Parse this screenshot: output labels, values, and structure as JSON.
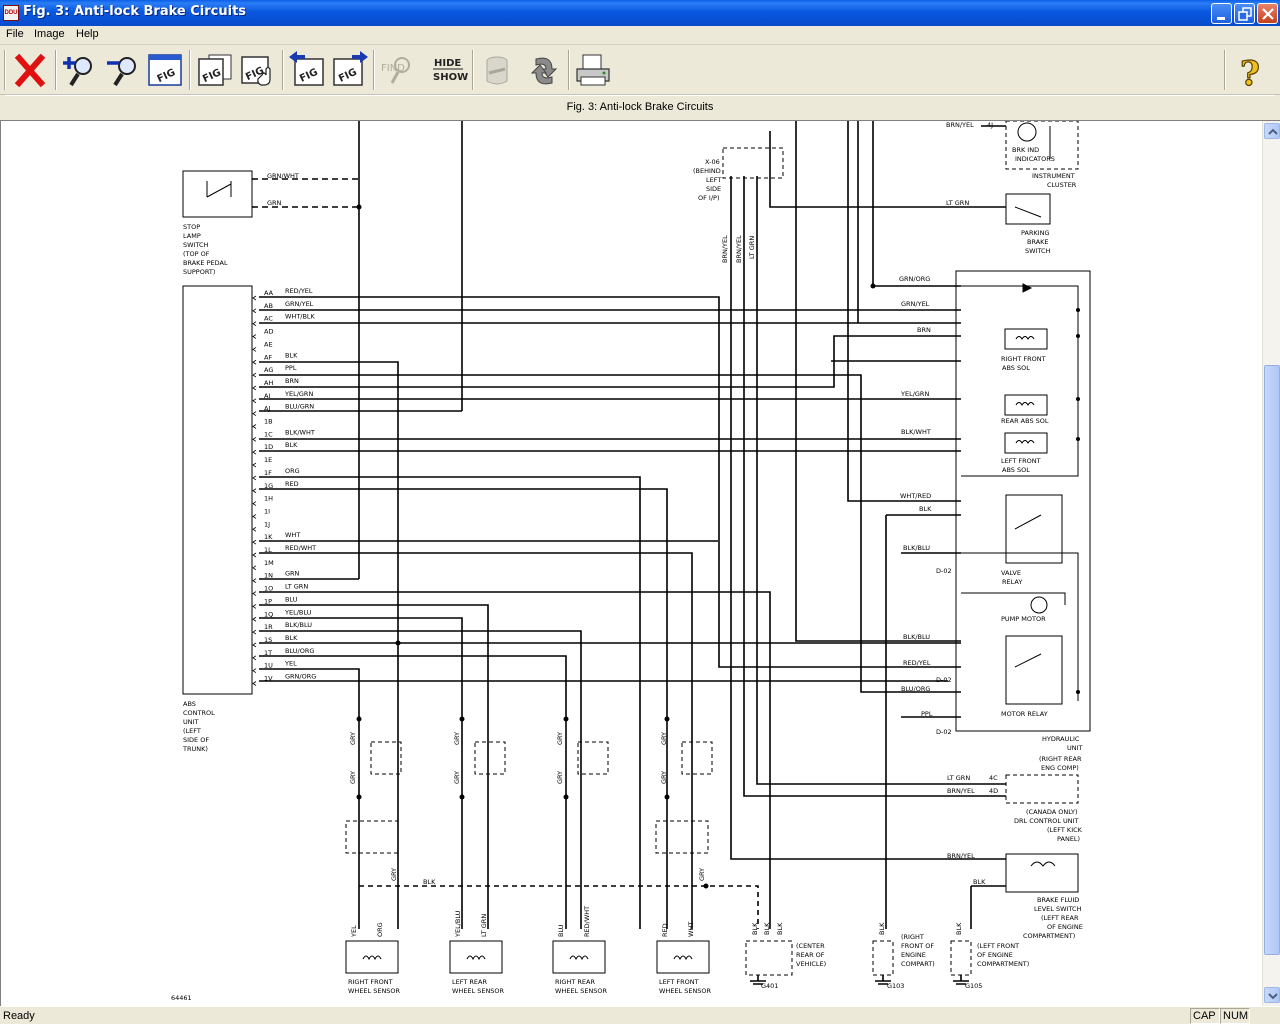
{
  "window": {
    "title": "Fig. 3: Anti-lock Brake Circuits",
    "app_icon_text": "DDU"
  },
  "menu": {
    "file": "File",
    "image": "Image",
    "help": "Help"
  },
  "toolbar": {
    "buttons": [
      {
        "name": "close",
        "icon": "red-x-icon"
      },
      {
        "name": "zoom-in",
        "icon": "zoom-in-icon"
      },
      {
        "name": "zoom-out",
        "icon": "zoom-out-icon"
      },
      {
        "name": "fig",
        "icon": "fig-window-icon",
        "label": "FIG"
      },
      {
        "name": "fig-list",
        "icon": "fig-list-icon",
        "label": "FIG"
      },
      {
        "name": "fig-select",
        "icon": "fig-hand-icon",
        "label": "FIG"
      },
      {
        "name": "prev-fig",
        "icon": "prev-fig-icon",
        "label": "FIG"
      },
      {
        "name": "next-fig",
        "icon": "next-fig-icon",
        "label": "FIG"
      },
      {
        "name": "find",
        "icon": "find-icon",
        "label": "FIND",
        "disabled": true
      },
      {
        "name": "hide-show",
        "icon": "hide-show-icon"
      },
      {
        "name": "db",
        "icon": "database-icon",
        "disabled": true
      },
      {
        "name": "refresh",
        "icon": "refresh-icon"
      },
      {
        "name": "print",
        "icon": "printer-icon"
      },
      {
        "name": "help",
        "icon": "question-icon"
      }
    ],
    "hide_label": "HIDE",
    "show_label": "SHOW",
    "find_label": "FIND",
    "fig_label": "FIG"
  },
  "figure_caption": "Fig. 3: Anti-lock Brake Circuits",
  "status": {
    "text": "Ready",
    "cap": "CAP",
    "num": "NUM"
  },
  "diagram": {
    "stop_lamp_switch": [
      "STOP",
      "LAMP",
      "SWITCH",
      "(TOP OF",
      "BRAKE PEDAL",
      "SUPPORT)"
    ],
    "stop_wires": [
      "GRN/WHT",
      "GRN"
    ],
    "abs_unit": [
      "ABS",
      "CONTROL",
      "UNIT",
      "(LEFT",
      "SIDE OF",
      "TRUNK)"
    ],
    "pins": [
      {
        "pin": "AA",
        "wire": "RED/YEL"
      },
      {
        "pin": "AB",
        "wire": "GRN/YEL"
      },
      {
        "pin": "AC",
        "wire": "WHT/BLK"
      },
      {
        "pin": "AD",
        "wire": ""
      },
      {
        "pin": "AE",
        "wire": ""
      },
      {
        "pin": "AF",
        "wire": "BLK"
      },
      {
        "pin": "AG",
        "wire": "PPL"
      },
      {
        "pin": "AH",
        "wire": "BRN"
      },
      {
        "pin": "AI",
        "wire": "YEL/GRN"
      },
      {
        "pin": "AJ",
        "wire": "BLU/GRN"
      },
      {
        "pin": "1B",
        "wire": ""
      },
      {
        "pin": "1C",
        "wire": "BLK/WHT"
      },
      {
        "pin": "1D",
        "wire": "BLK"
      },
      {
        "pin": "1E",
        "wire": ""
      },
      {
        "pin": "1F",
        "wire": "ORG"
      },
      {
        "pin": "1G",
        "wire": "RED"
      },
      {
        "pin": "1H",
        "wire": ""
      },
      {
        "pin": "1I",
        "wire": ""
      },
      {
        "pin": "1J",
        "wire": ""
      },
      {
        "pin": "1K",
        "wire": "WHT"
      },
      {
        "pin": "1L",
        "wire": "RED/WHT"
      },
      {
        "pin": "1M",
        "wire": ""
      },
      {
        "pin": "1N",
        "wire": "GRN"
      },
      {
        "pin": "1O",
        "wire": "LT GRN"
      },
      {
        "pin": "1P",
        "wire": "BLU"
      },
      {
        "pin": "1Q",
        "wire": "YEL/BLU"
      },
      {
        "pin": "1R",
        "wire": "BLK/BLU"
      },
      {
        "pin": "1S",
        "wire": "BLK"
      },
      {
        "pin": "1T",
        "wire": "BLU/ORG"
      },
      {
        "pin": "1U",
        "wire": "YEL"
      },
      {
        "pin": "1V",
        "wire": "GRN/ORG"
      }
    ],
    "x06": [
      "X-06",
      "(BEHIND",
      "LEFT",
      "SIDE",
      "OF I/P)"
    ],
    "x06_wires": [
      "BRN/YEL",
      "BRN/YEL",
      "LT GRN"
    ],
    "instrument_cluster": [
      "BRK IND",
      "INDICATORS",
      "INSTRUMENT",
      "CLUSTER"
    ],
    "cluster_wire": "BRN/YEL",
    "cluster_pin": "4J",
    "parking_brake": [
      "PARKING",
      "BRAKE",
      "SWITCH"
    ],
    "parking_wire": "LT GRN",
    "hydraulic_wires": [
      "GRN/ORG",
      "GRN/YEL",
      "BRN",
      "YEL/GRN",
      "BLK/WHT",
      "WHT/RED",
      "BLK",
      "BLK/BLU",
      "BLK/BLU",
      "RED/YEL",
      "BLU/ORG",
      "PPL"
    ],
    "d02": [
      "D-02",
      "D-02",
      "D-02"
    ],
    "right_front_abs": [
      "RIGHT FRONT",
      "ABS SOL"
    ],
    "rear_abs": "REAR ABS SOL",
    "left_front_abs": [
      "LEFT FRONT",
      "ABS SOL"
    ],
    "valve_relay": [
      "VALVE",
      "RELAY"
    ],
    "pump_motor": "PUMP MOTOR",
    "motor_relay": "MOTOR RELAY",
    "hydraulic_unit": [
      "HYDRAULIC",
      "UNIT",
      "(RIGHT REAR",
      "ENG COMP)"
    ],
    "drl_wires": [
      "LT GRN",
      "BRN/YEL"
    ],
    "drl_pins": [
      "4C",
      "4D"
    ],
    "drl_module": [
      "(CANADA ONLY)",
      "DRL CONTROL UNIT",
      "(LEFT KICK",
      "PANEL)"
    ],
    "fluid_wires": [
      "BRN/YEL",
      "BLK"
    ],
    "fluid_switch": [
      "BRAKE FLUID",
      "LEVEL SWITCH",
      "(LEFT REAR",
      "OF ENGINE",
      "COMPARTMENT)"
    ],
    "sensor_wire_gry": "GRY",
    "sensor_bus": "BLK",
    "sensors": [
      {
        "label": [
          "RIGHT FRONT",
          "WHEEL SENSOR"
        ],
        "wires": [
          "YEL",
          "ORG"
        ]
      },
      {
        "label": [
          "LEFT REAR",
          "WHEEL SENSOR"
        ],
        "wires": [
          "YEL/BLU",
          "LT GRN"
        ]
      },
      {
        "label": [
          "RIGHT REAR",
          "WHEEL SENSOR"
        ],
        "wires": [
          "BLU",
          "RED/WHT"
        ]
      },
      {
        "label": [
          "LEFT FRONT",
          "WHEEL SENSOR"
        ],
        "wires": [
          "RED",
          "WHT"
        ]
      }
    ],
    "grounds": [
      {
        "id": "G401",
        "label": [
          "(CENTER",
          "REAR OF",
          "VEHICLE)"
        ]
      },
      {
        "id": "G103",
        "label": [
          "(RIGHT",
          "FRONT OF",
          "ENGINE",
          "COMPART)"
        ]
      },
      {
        "id": "G105",
        "label": [
          "(LEFT FRONT",
          "OF ENGINE",
          "COMPARTMENT)"
        ]
      }
    ],
    "ground_wire": "BLK",
    "figure_number": "64461"
  }
}
